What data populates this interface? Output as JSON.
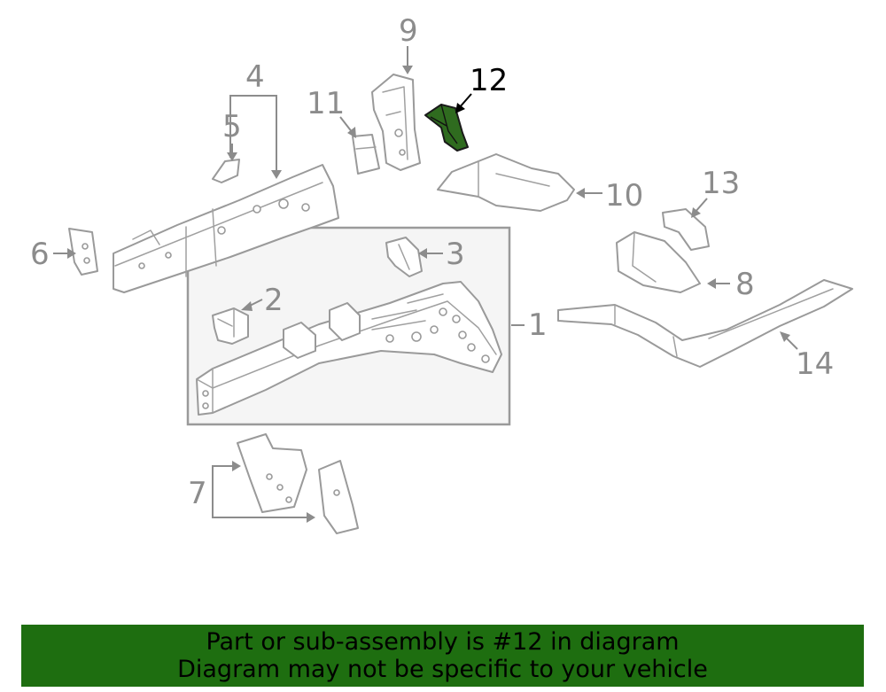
{
  "callouts": {
    "c1": "1",
    "c2": "2",
    "c3": "3",
    "c4": "4",
    "c5": "5",
    "c6": "6",
    "c7": "7",
    "c8": "8",
    "c9": "9",
    "c10": "10",
    "c11": "11",
    "c12": "12",
    "c13": "13",
    "c14": "14"
  },
  "highlighted_callout": "12",
  "colors": {
    "highlight_part": "#2f6b1f",
    "banner_bg": "#1e6e10",
    "line_gray": "#9a9a9a"
  },
  "banner": {
    "line1": "Part or sub-assembly is #12 in diagram",
    "line2": "Diagram may not be specific to your vehicle"
  }
}
